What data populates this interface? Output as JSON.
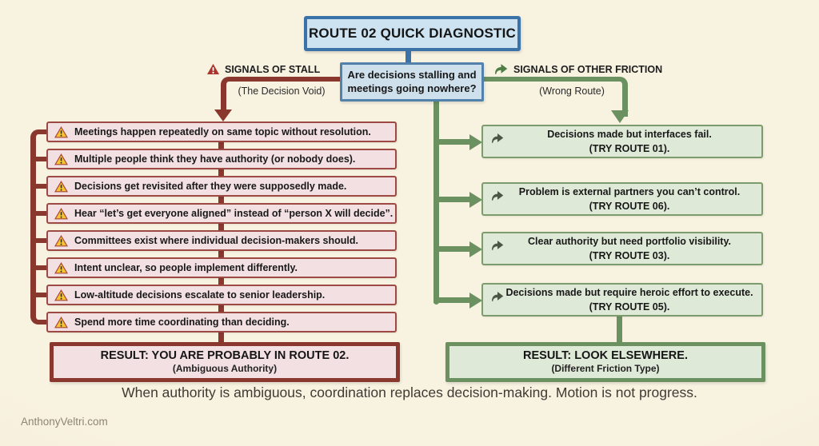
{
  "title": "ROUTE 02 QUICK DIAGNOSTIC",
  "question": "Are decisions stalling and meetings going nowhere?",
  "left_branch": {
    "header": "SIGNALS OF STALL",
    "subheader": "(The Decision Void)",
    "items": [
      "Meetings happen repeatedly on same topic without resolution.",
      "Multiple people think they have authority (or nobody does).",
      "Decisions get revisited after they were supposedly made.",
      "Hear “let’s get everyone aligned” instead of “person X will decide”.",
      "Committees exist where individual decision-makers should.",
      "Intent unclear, so people implement differently.",
      "Low-altitude decisions escalate to senior leadership.",
      "Spend more time coordinating than deciding."
    ],
    "result_title": "RESULT: YOU ARE PROBABLY IN ROUTE 02.",
    "result_sub": "(Ambiguous Authority)"
  },
  "right_branch": {
    "header": "SIGNALS OF OTHER FRICTION",
    "subheader": "(Wrong Route)",
    "items": [
      {
        "text": "Decisions made but interfaces fail.",
        "route": "(TRY ROUTE 01)."
      },
      {
        "text": "Problem is external partners you can’t control.",
        "route": "(TRY ROUTE 06)."
      },
      {
        "text": "Clear authority but need portfolio visibility.",
        "route": "(TRY ROUTE 03)."
      },
      {
        "text": "Decisions made but require heroic effort to execute.",
        "route": "(TRY ROUTE 05)."
      }
    ],
    "result_title": "RESULT: LOOK ELSEWHERE.",
    "result_sub": "(Different Friction Type)"
  },
  "tagline": "When authority is ambiguous, coordination replaces decision-making. Motion is not progress.",
  "footer": "AnthonyVeltri.com",
  "colors": {
    "background": "#f7f0dc",
    "stall_accent": "#8a372e",
    "stall_box_bg": "#f3e0e2",
    "stall_box_border": "#9e4a44",
    "friction_accent": "#6b9161",
    "friction_box_bg": "#dfe9d7",
    "friction_box_border": "#7d9c6e",
    "title_box_bg": "#cde3f1",
    "title_box_border": "#3b73a9",
    "warning_icon_fill": "#f5c431"
  }
}
